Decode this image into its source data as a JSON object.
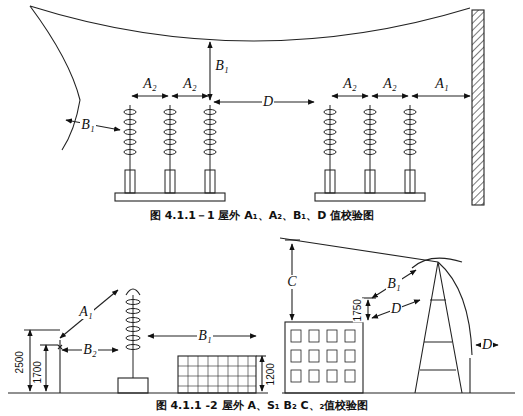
{
  "diagram": {
    "caption": "图 4.1.1 -2 屋外 A、S₁ B₂ C、₂值校验图",
    "labels": [
      "A₂",
      "A₂",
      "B₁",
      "D",
      "A₂",
      "A₂",
      "A₁",
      "B₁",
      "图 4.1.1－1  屋外 A₁、A₂、B₁、D 值校验图",
      "A₁",
      "2500",
      "1700",
      "B₂",
      "B₁",
      "1200",
      "C",
      "1750",
      "B₁",
      "D",
      "D"
    ]
  }
}
